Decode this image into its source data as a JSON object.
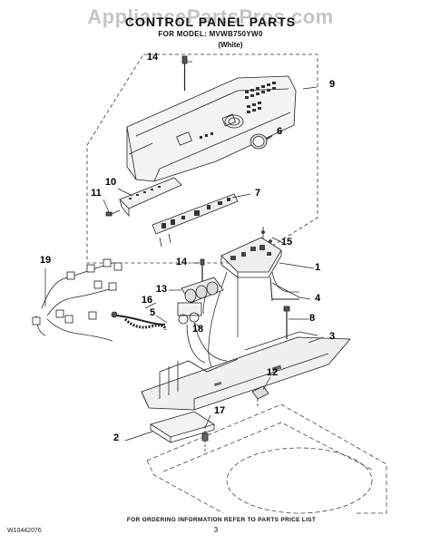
{
  "watermark": "AppliancePartsPros.com",
  "title": "CONTROL PANEL PARTS",
  "model_line": "FOR MODEL: MVWB750YW0",
  "variant": "(White)",
  "callouts": {
    "c14a": "14",
    "c9": "9",
    "c6": "6",
    "c10": "10",
    "c7": "7",
    "c11": "11",
    "c15": "15",
    "c19": "19",
    "c14b": "14",
    "c1": "1",
    "c13": "13",
    "c16": "16",
    "c4": "4",
    "c5": "5",
    "c18": "18",
    "c8": "8",
    "c3": "3",
    "c12": "12",
    "c2": "2",
    "c17": "17"
  },
  "footer": {
    "doc_code": "W10442076",
    "ordering_info": "FOR ORDERING INFORMATION REFER TO PARTS PRICE LIST",
    "page_number": "3"
  }
}
